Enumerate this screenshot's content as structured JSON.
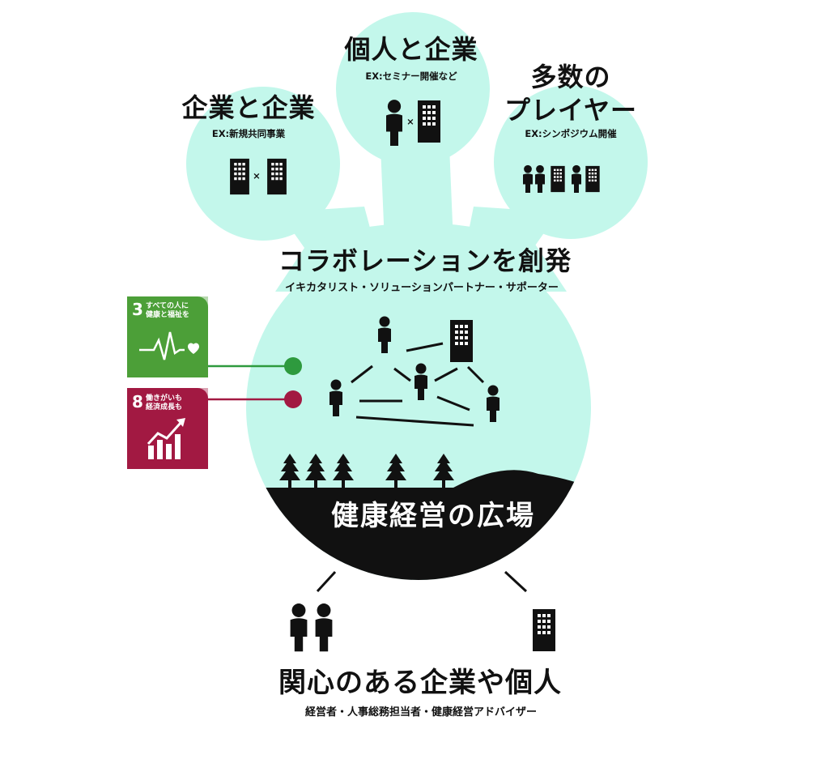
{
  "top_nodes": {
    "center": {
      "title": "個人と企業",
      "example": "EX:セミナー開催など"
    },
    "left": {
      "title": "企業と企業",
      "example": "EX:新規共同事業"
    },
    "right": {
      "title_line1": "多数の",
      "title_line2": "プレイヤー",
      "example": "EX:シンポジウム開催"
    }
  },
  "collaboration": {
    "title": "コラボレーションを創発",
    "roles": "イキカタリスト・ソリューションパートナー・サポーター"
  },
  "sdgs": [
    {
      "number": "3",
      "line1": "すべての人に",
      "line2": "健康と福祉を",
      "color": "#4C9F38",
      "icon": "heartbeat-icon"
    },
    {
      "number": "8",
      "line1": "働きがいも",
      "line2": "経済成長も",
      "color": "#A21942",
      "icon": "growth-chart-icon"
    }
  ],
  "square": {
    "label": "健康経営の広場",
    "bubble_color": "#C3F7EB"
  },
  "bottom": {
    "title": "関心のある企業や個人",
    "members": "経営者・人事総務担当者・健康経営アドバイザー"
  },
  "multiply_sign": "×"
}
